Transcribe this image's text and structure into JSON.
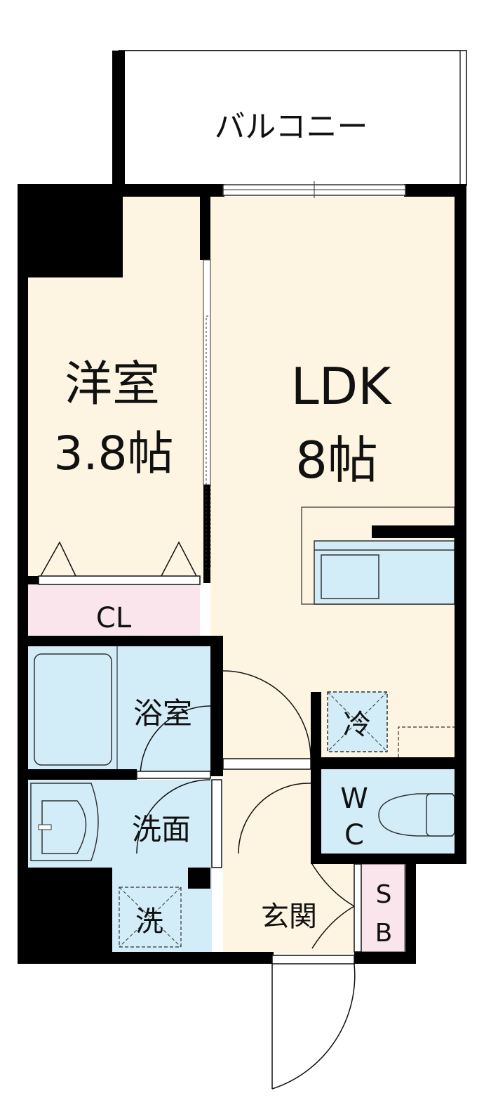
{
  "rooms": {
    "balcony": "バルコニー",
    "western_room_name": "洋室",
    "western_room_size": "3.8帖",
    "ldk_name": "LDK",
    "ldk_size": "8帖",
    "closet": "CL",
    "bathroom": "浴室",
    "washroom": "洗面",
    "washer": "洗",
    "fridge": "冷",
    "wc_1": "W",
    "wc_2": "C",
    "entrance": "玄関",
    "shoebox_1": "S",
    "shoebox_2": "B"
  },
  "colors": {
    "floor": "#fdf5e1",
    "water": "#d3edf8",
    "storage": "#fbe5ec",
    "wall": "#000000"
  }
}
